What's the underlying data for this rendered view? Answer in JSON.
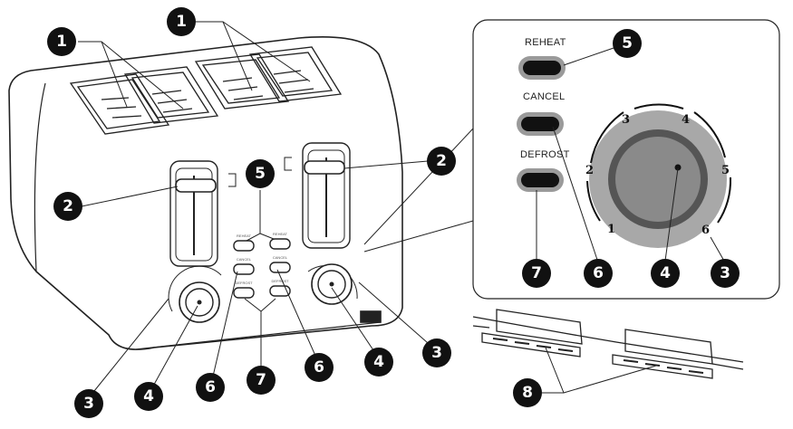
{
  "panel": {
    "labels": {
      "reheat": "REHEAT",
      "cancel": "CANCEL",
      "defrost": "DEFROST"
    },
    "dial_numbers": [
      "1",
      "2",
      "3",
      "4",
      "5",
      "6"
    ]
  },
  "small_labels": {
    "left": [
      "REHEAT",
      "CANCEL",
      "DEFROST"
    ],
    "right": [
      "REHEAT",
      "CANCEL",
      "DEFROST"
    ]
  },
  "callouts": {
    "bread_slots": "1",
    "carriage_lever": "2",
    "browning_scale": "3",
    "browning_knob": "4",
    "reheat_button": "5",
    "cancel_button": "6",
    "defrost_button": "7",
    "crumb_tray": "8"
  },
  "colors": {
    "badge": "#111111",
    "button_fill": "#111111",
    "button_ring": "#9a9a9a",
    "dial_outer": "#a8a8a8",
    "dial_ring": "#555555",
    "dial_core": "#8a8a8a"
  }
}
